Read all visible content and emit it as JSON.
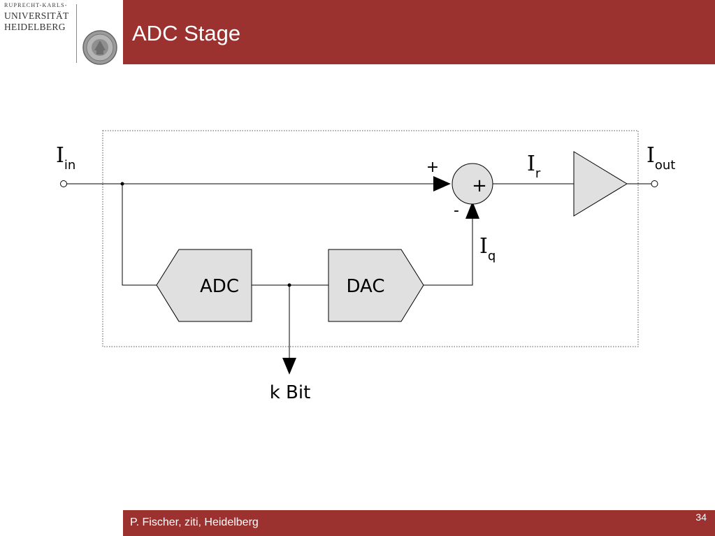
{
  "logo": {
    "line1": "RUPRECHT-KARLS-",
    "line2": "UNIVERSITÄT",
    "line3": "HEIDELBERG"
  },
  "header": {
    "title": "ADC Stage"
  },
  "diagram": {
    "input_label": {
      "main": "I",
      "sub": "in"
    },
    "output_label": {
      "main": "I",
      "sub": "out"
    },
    "residual_label": {
      "main": "I",
      "sub": "r"
    },
    "quantized_label": {
      "main": "I",
      "sub": "q"
    },
    "summer_symbol": "+",
    "plus_sign": "+",
    "minus_sign": "-",
    "adc_label": "ADC",
    "dac_label": "DAC",
    "output_bits_label": "k Bit"
  },
  "footer": {
    "author": "P. Fischer, ziti, Heidelberg",
    "page_number": "34"
  },
  "colors": {
    "brand_red": "#9b3230",
    "block_fill": "#e0e0e0"
  }
}
